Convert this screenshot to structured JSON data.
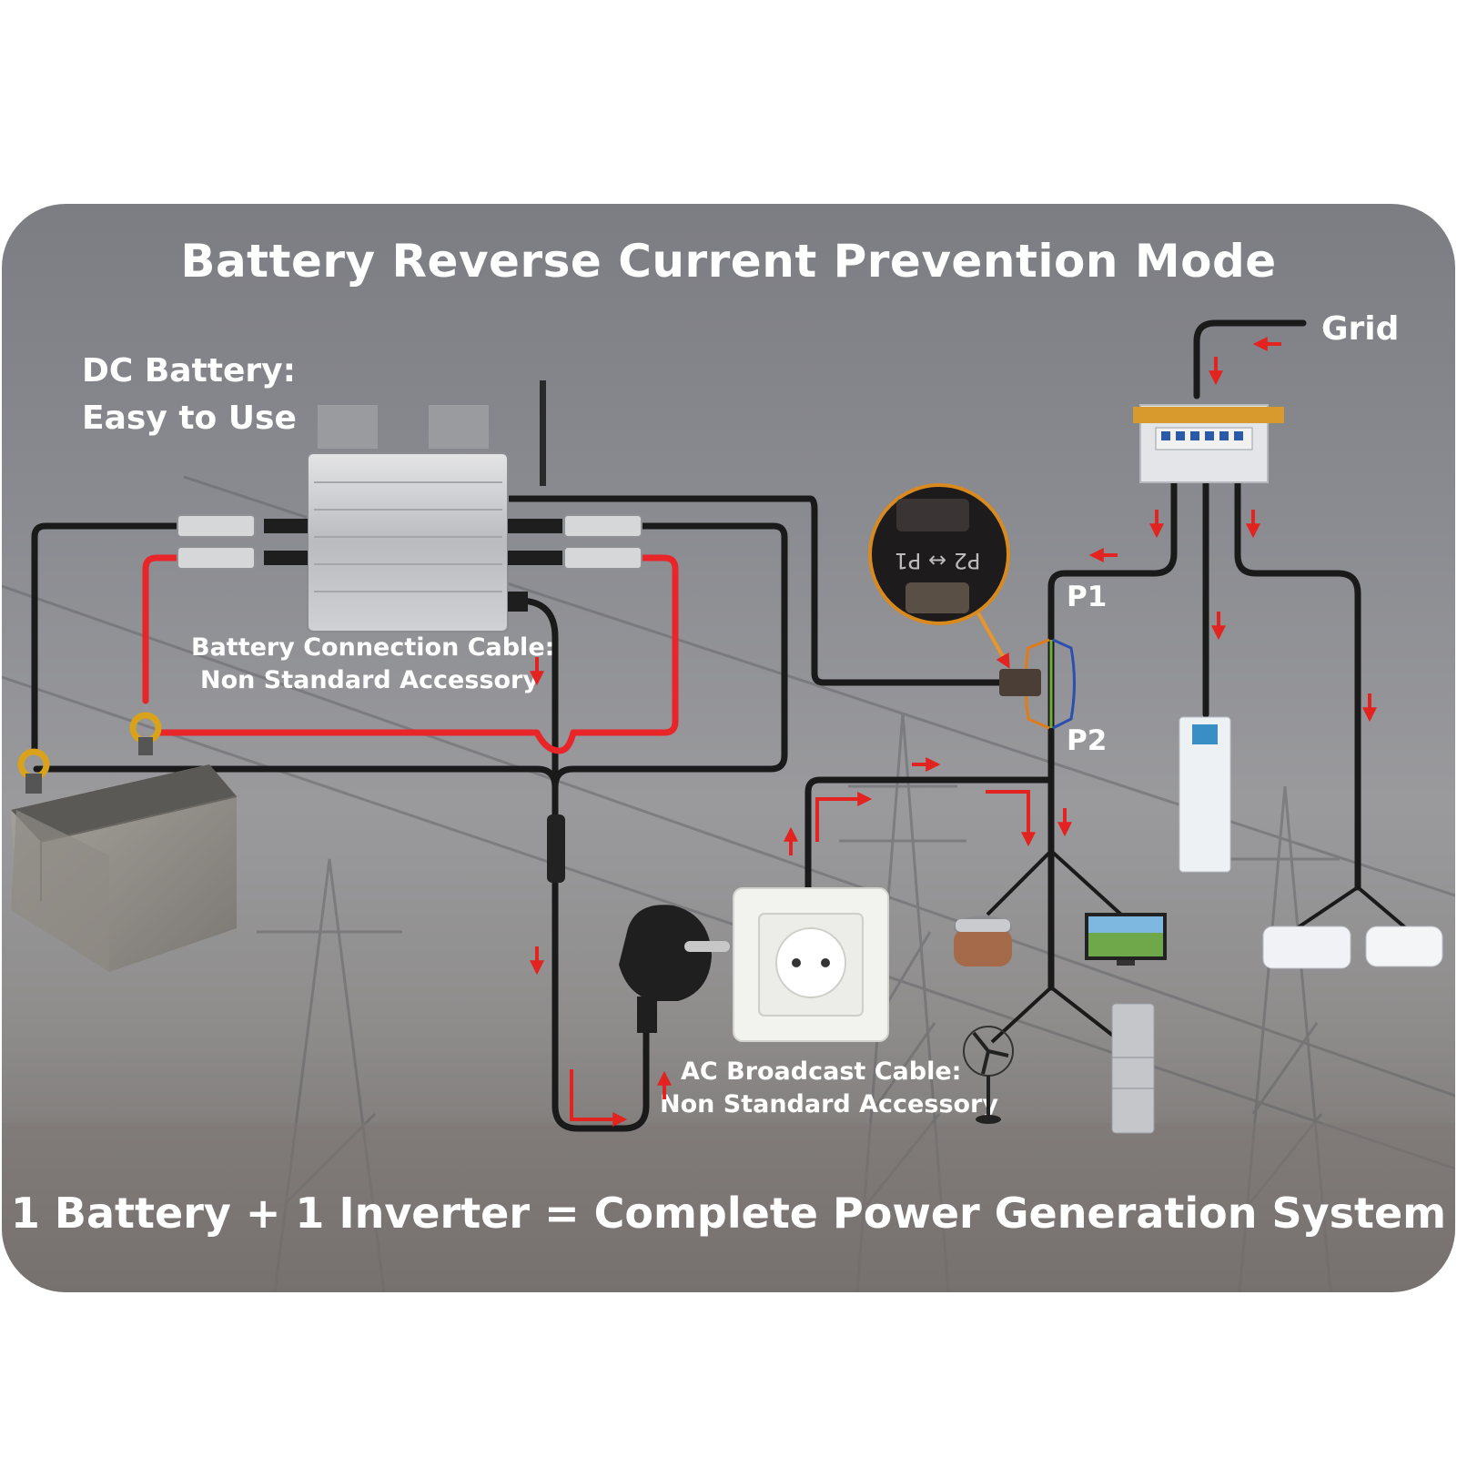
{
  "title": "Battery Reverse Current Prevention Mode",
  "labels": {
    "dc_battery_line1": "DC Battery:",
    "dc_battery_line2": "Easy to Use",
    "grid": "Grid",
    "p1": "P1",
    "p2": "P2",
    "battery_cable_line1": "Battery Connection Cable:",
    "battery_cable_line2": "Non Standard Accessory",
    "ac_cable_line1": "AC Broadcast Cable:",
    "ac_cable_line2": "Non Standard Accessory"
  },
  "footer": "1 Battery + 1 Inverter = Complete Power Generation System",
  "zoom_label": "P2 ↔ P1",
  "colors": {
    "positive_cable": "#e8262a",
    "negative_cable": "#1a1a1a",
    "arrow": "#e3231f",
    "text": "#ffffff",
    "panel": "#8b8c91"
  },
  "icons": [
    "battery-icon",
    "inverter-icon",
    "antenna-icon",
    "mc4-connector-icon",
    "ring-terminal-icon",
    "breaker-box-icon",
    "ct-clamp-icon",
    "plug-icon",
    "wall-socket-icon",
    "rice-cooker-icon",
    "tv-icon",
    "fan-icon",
    "fridge-icon",
    "ac-floor-unit-icon",
    "ac-wall-unit-icon"
  ]
}
